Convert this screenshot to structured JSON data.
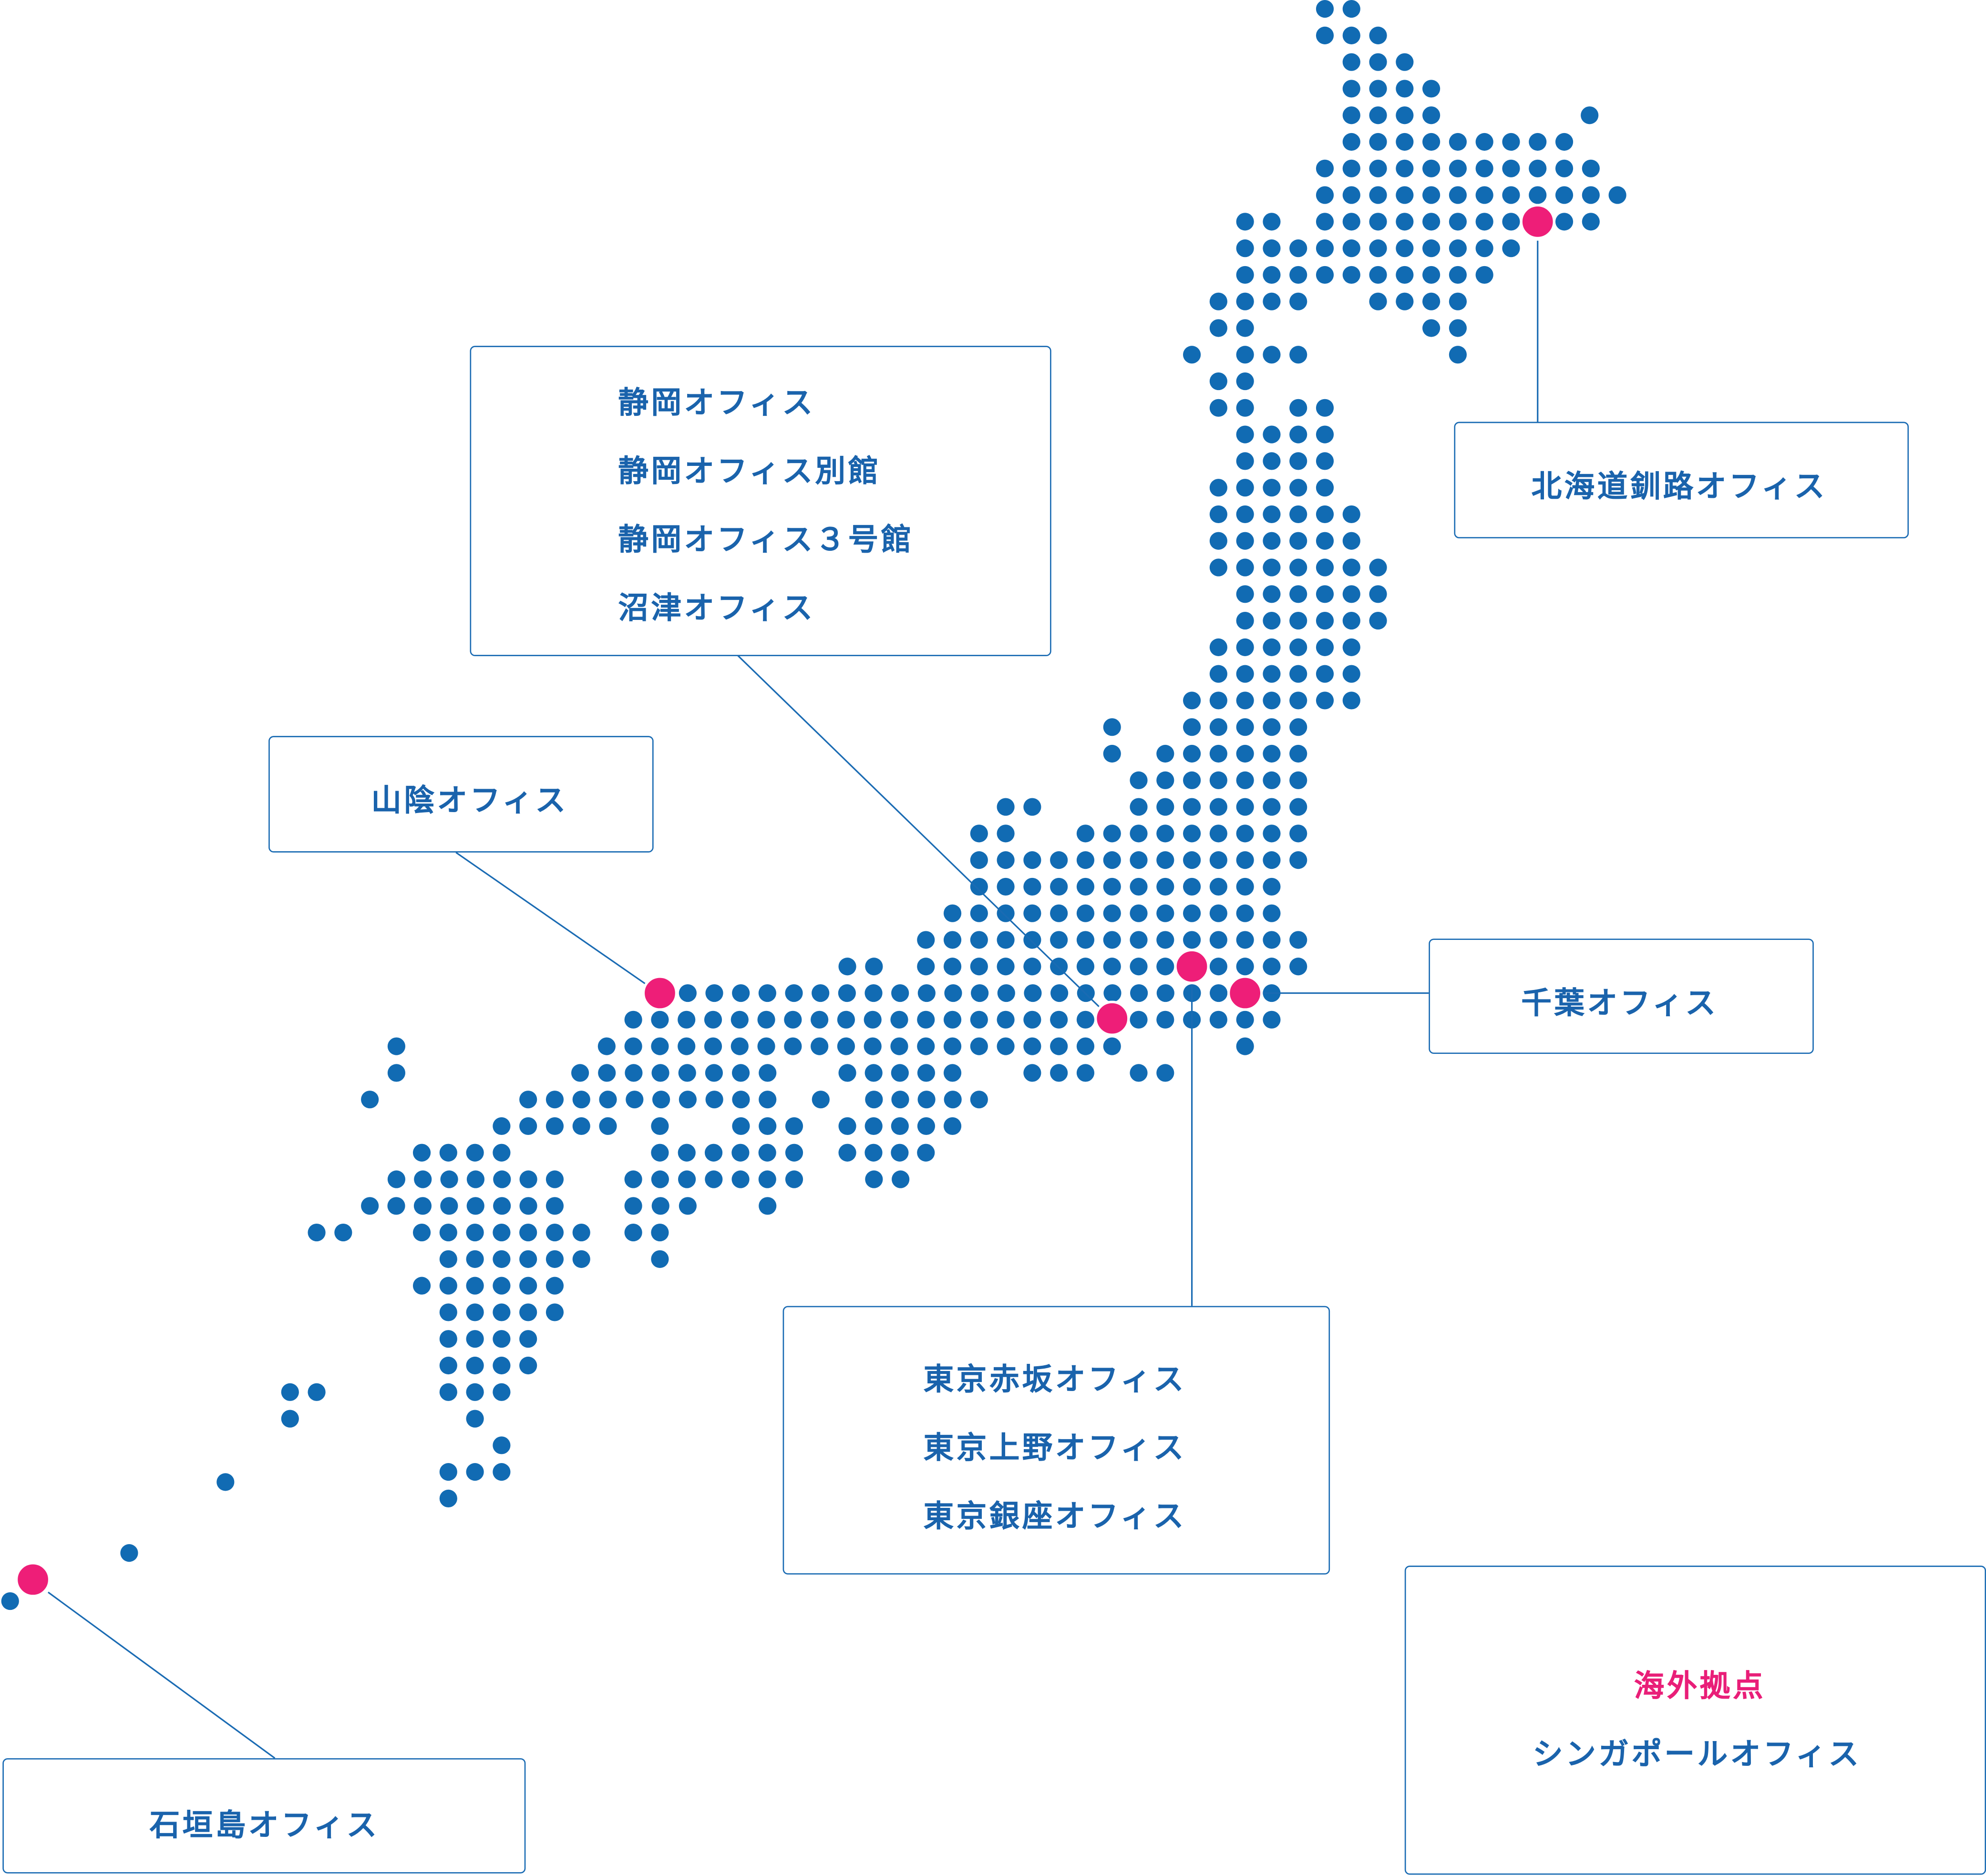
{
  "colors": {
    "dot": "#116bb3",
    "pin": "#ee1e78",
    "text": "#1a63ac",
    "accent": "#e91e78"
  },
  "offices": {
    "shizuoka": [
      "静岡オフィス",
      "静岡オフィス別館",
      "静岡オフィス３号館",
      "沼津オフィス"
    ],
    "sanin": "山陰オフィス",
    "hokkaido": "北海道釧路オフィス",
    "chiba": "千葉オフィス",
    "tokyo": [
      "東京赤坂オフィス",
      "東京上野オフィス",
      "東京銀座オフィス"
    ],
    "ishigaki": "石垣島オフィス",
    "overseas": {
      "heading": "海外拠点",
      "office": "シンガポールオフィス"
    }
  }
}
